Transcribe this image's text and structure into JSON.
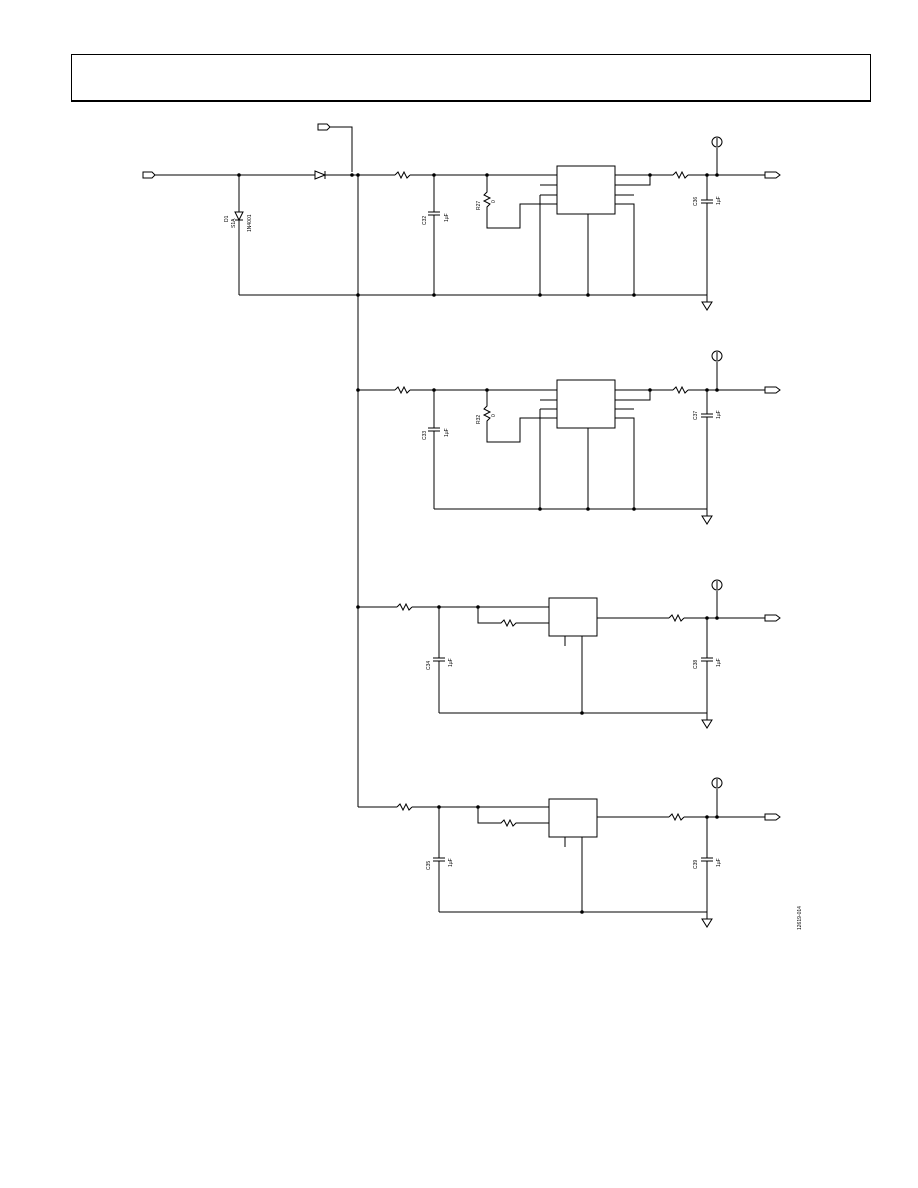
{
  "page": {
    "title": ""
  },
  "schematic": {
    "stages": [
      {
        "id": "stage-1",
        "res_label": "R27",
        "res_value": "0",
        "cin_label": "C32",
        "cin_value": "1µF",
        "cout_label": "C36",
        "cout_value": "1µF"
      },
      {
        "id": "stage-2",
        "res_label": "R32",
        "res_value": "0",
        "cin_label": "C33",
        "cin_value": "1µF",
        "cout_label": "C37",
        "cout_value": "1µF"
      },
      {
        "id": "stage-3",
        "cin_label": "C34",
        "cin_value": "1µF",
        "cout_label": "C38",
        "cout_value": "1µF"
      },
      {
        "id": "stage-4",
        "cin_label": "C35",
        "cin_value": "1µF",
        "cout_label": "C39",
        "cout_value": "1µF"
      }
    ],
    "diode": {
      "label": "D1",
      "sub": "S1A",
      "part": "1N4001"
    },
    "figure_id": "12619-014"
  }
}
